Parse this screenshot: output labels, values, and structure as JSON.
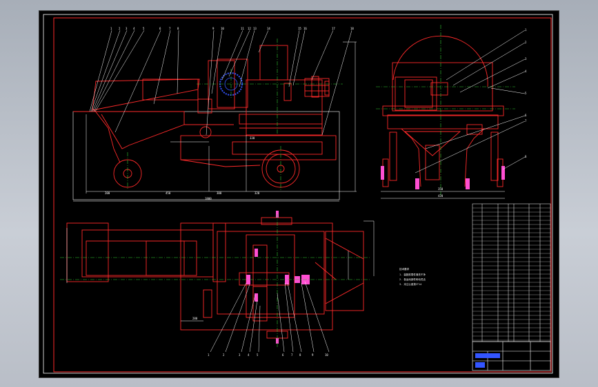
{
  "drawing": {
    "background": "#000000",
    "colors": {
      "outline": "#ff2a2a",
      "centerline": "#33cc33",
      "leader": "#ffffff",
      "accent": "#3355ff",
      "dimension": "#ffffff",
      "part": "#ff4fd2"
    },
    "side_view_labels": [
      "1",
      "2",
      "3",
      "4",
      "5",
      "6",
      "7",
      "8",
      "9",
      "10",
      "11",
      "12",
      "13",
      "14",
      "15",
      "16",
      "17",
      "18"
    ],
    "end_view_labels": [
      "1",
      "2",
      "3",
      "4",
      "5",
      "6",
      "7",
      "8"
    ],
    "plan_view_labels": [
      "1",
      "2",
      "3",
      "4",
      "5",
      "6",
      "7",
      "8",
      "9",
      "10"
    ],
    "dimensions": [
      "200",
      "450",
      "300",
      "320",
      "1800",
      "330",
      "350",
      "420",
      "280"
    ],
    "notes_title": "技术要求",
    "notes": [
      "1. 装配前零件清洗干净",
      "2. 各运动部件转动灵活",
      "3. 未注公差按IT14"
    ]
  }
}
